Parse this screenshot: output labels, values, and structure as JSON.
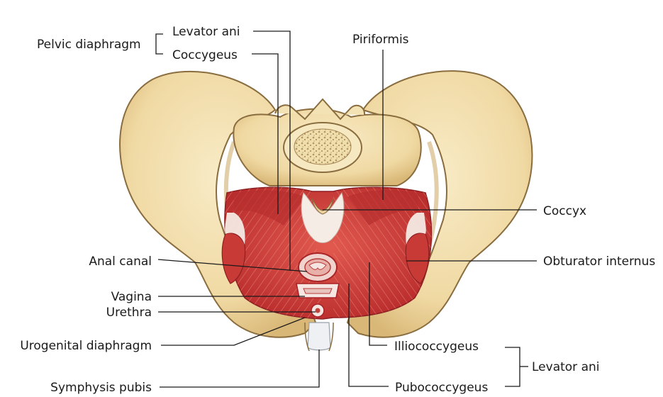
{
  "labels": {
    "pelvic_diaphragm": "Pelvic diaphragm",
    "levator_ani_top": "Levator ani",
    "coccygeus": "Coccygeus",
    "piriformis": "Piriformis",
    "coccyx": "Coccyx",
    "obturator_internus": "Obturator internus",
    "anal_canal": "Anal canal",
    "vagina": "Vagina",
    "urethra": "Urethra",
    "urogenital_diaphragm": "Urogenital diaphragm",
    "symphysis_pubis": "Symphysis pubis",
    "iliococcygeus": "Illiococcygeus",
    "pubococcygeus": "Pubococcygeus",
    "levator_ani_right": "Levator ani"
  },
  "colors": {
    "bone": "#f1ddaa",
    "bone_shadow": "#d9b877",
    "bone_outline": "#8a6d3f",
    "muscle": "#d6403a",
    "muscle_dark": "#a92427",
    "muscle_light": "#ee8a80",
    "tendon": "#f6ece6",
    "marrow": "#e8d08e"
  }
}
